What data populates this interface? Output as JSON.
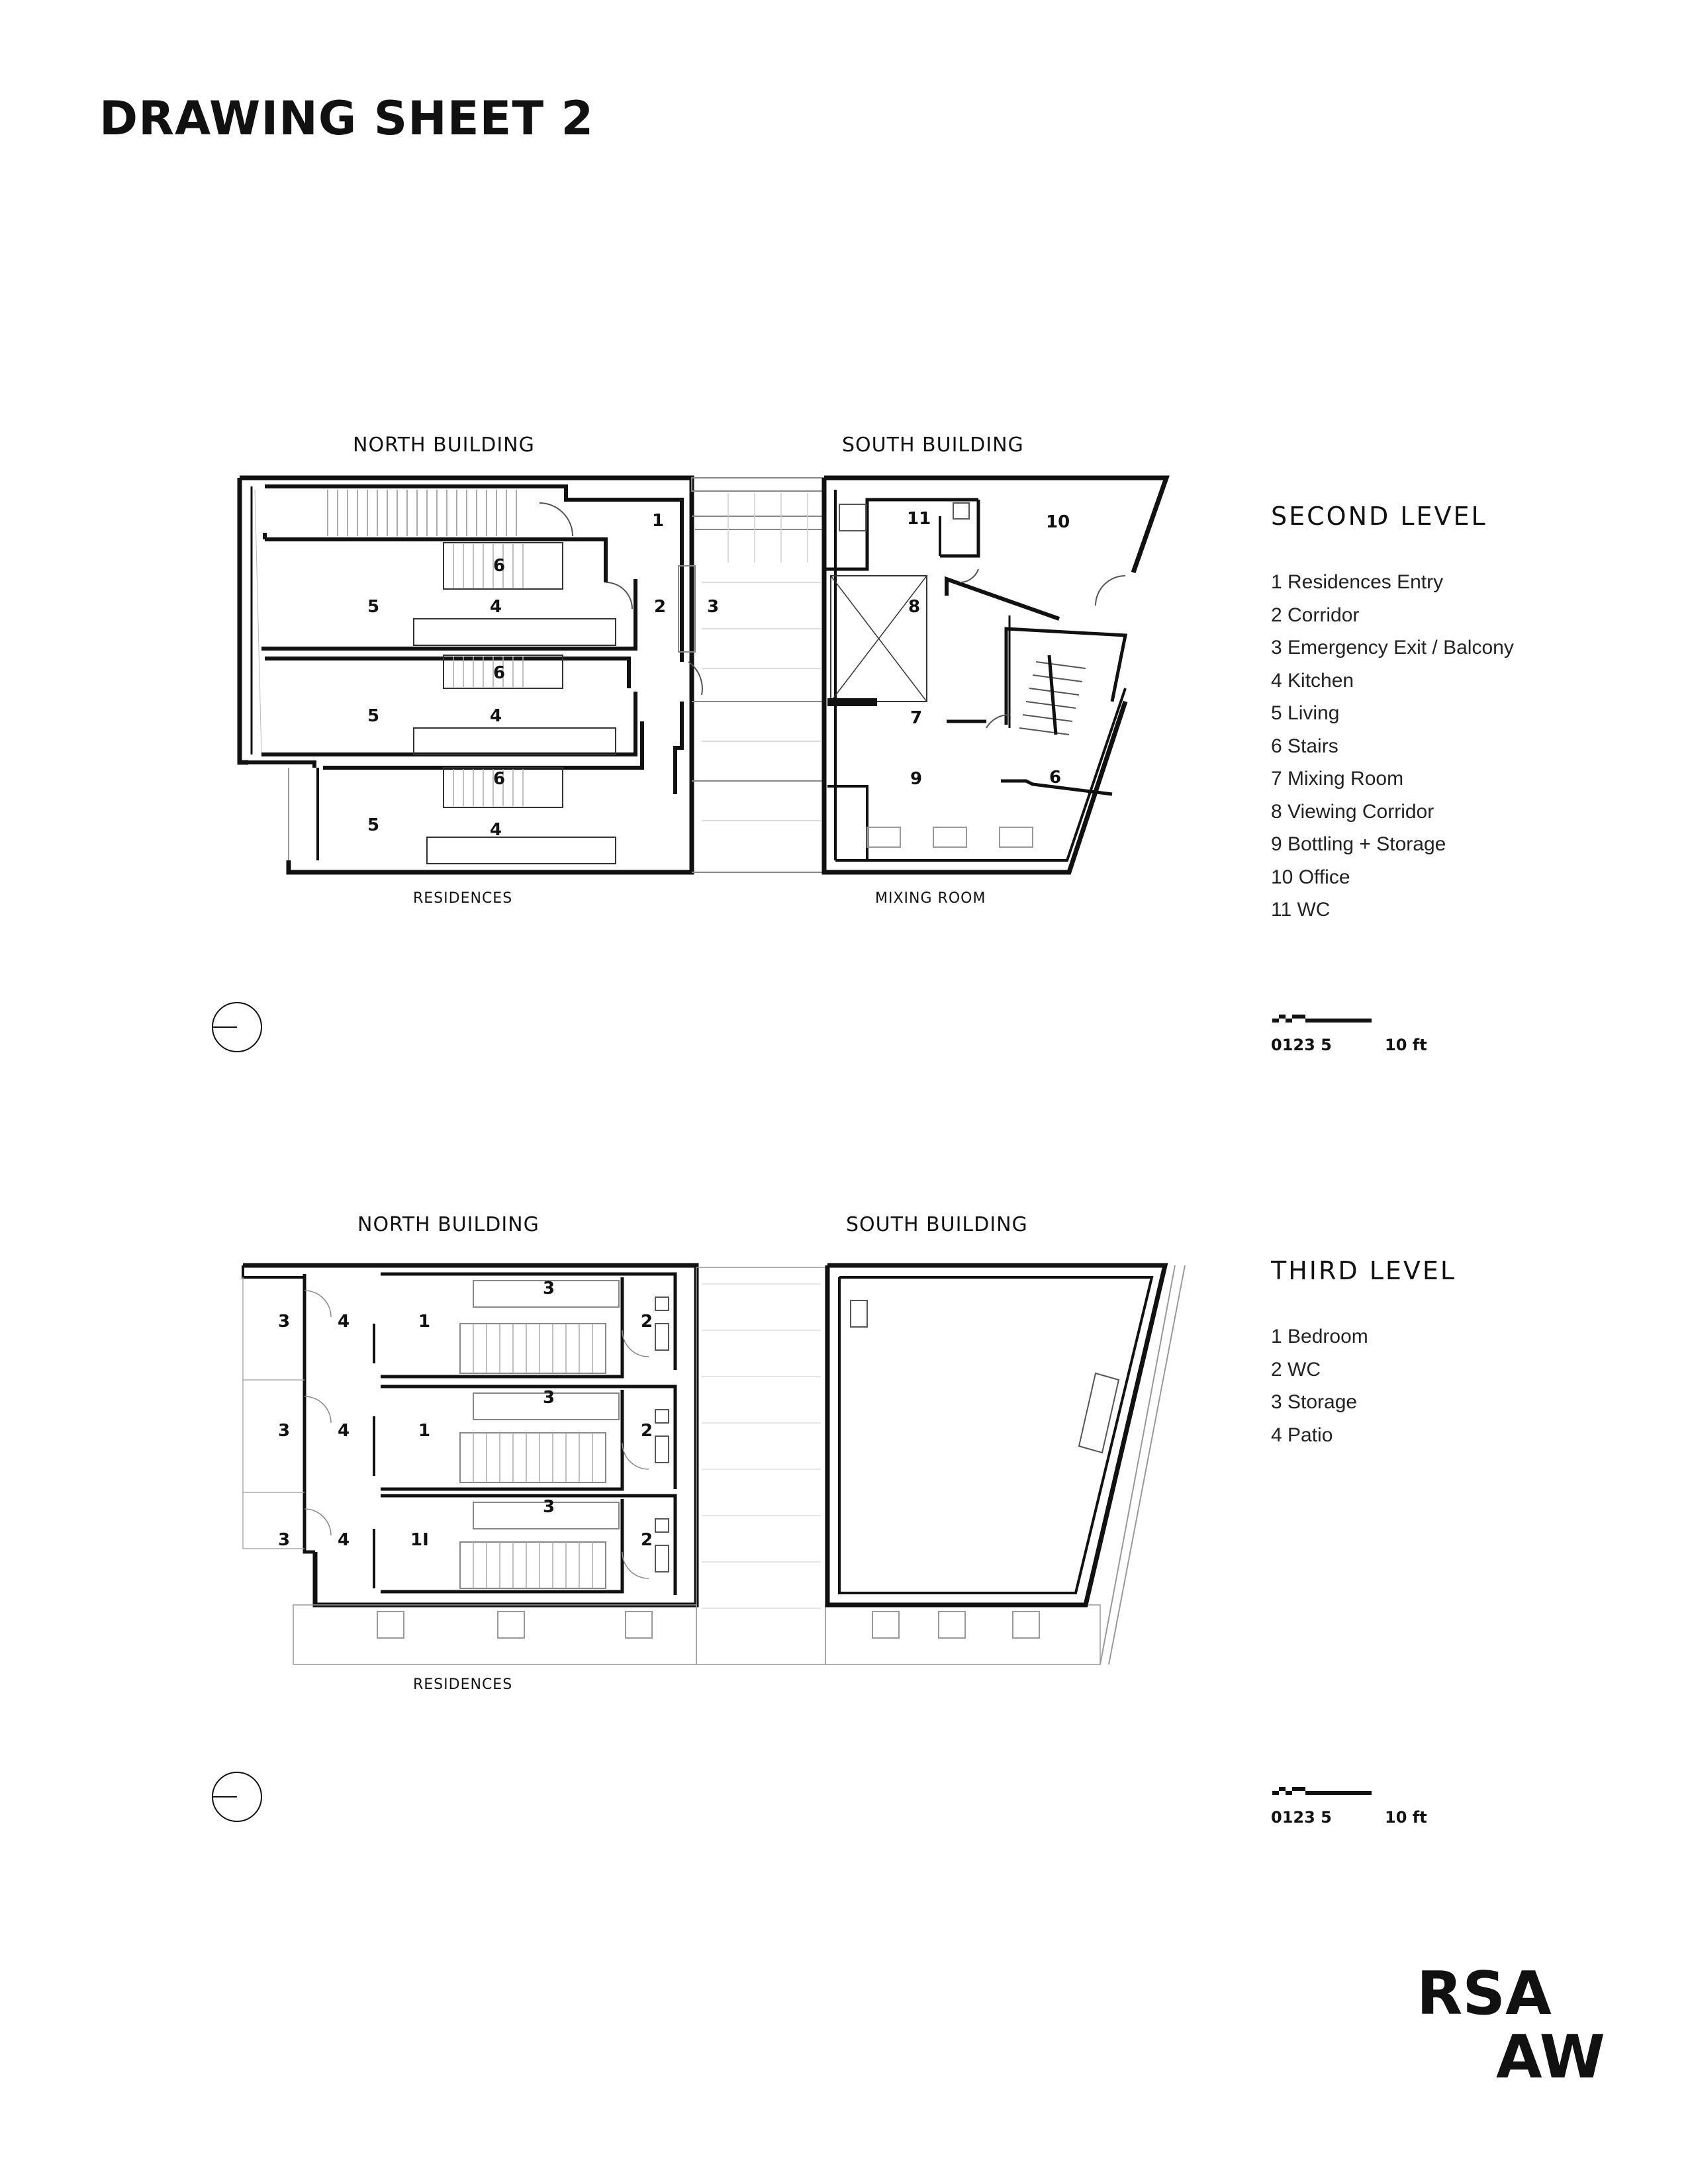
{
  "sheet_title": "DRAWING SHEET 2",
  "second": {
    "north_label": "NORTH BUILDING",
    "south_label": "SOUTH BUILDING",
    "residences_label": "RESIDENCES",
    "mixing_label": "MIXING ROOM",
    "level_title": "SECOND  LEVEL",
    "legend": [
      "1 Residences Entry",
      "2 Corridor",
      "3 Emergency Exit / Balcony",
      "4 Kitchen",
      "5 Living",
      "6 Stairs",
      "7 Mixing Room",
      "8 Viewing Corridor",
      "9 Bottling + Storage",
      "10 Office",
      "11 WC"
    ],
    "room_numbers": [
      "1",
      "6",
      "5",
      "4",
      "2",
      "3",
      "6",
      "5",
      "4",
      "6",
      "5",
      "4",
      "11",
      "10",
      "8",
      "7",
      "9",
      "6"
    ]
  },
  "third": {
    "north_label": "NORTH BUILDING",
    "south_label": "SOUTH BUILDING",
    "residences_label": "RESIDENCES",
    "level_title": "THIRD  LEVEL",
    "legend": [
      "1 Bedroom",
      "2 WC",
      "3 Storage",
      "4 Patio"
    ],
    "room_numbers": [
      "3",
      "4",
      "1",
      "3",
      "2",
      "3",
      "4",
      "1",
      "3",
      "2",
      "3",
      "4",
      "1I",
      "3",
      "2"
    ]
  },
  "scale_bar": {
    "ticks": "0123  5",
    "end": "10  ft"
  },
  "logo": {
    "line1": "RSA",
    "line2": "AW"
  }
}
